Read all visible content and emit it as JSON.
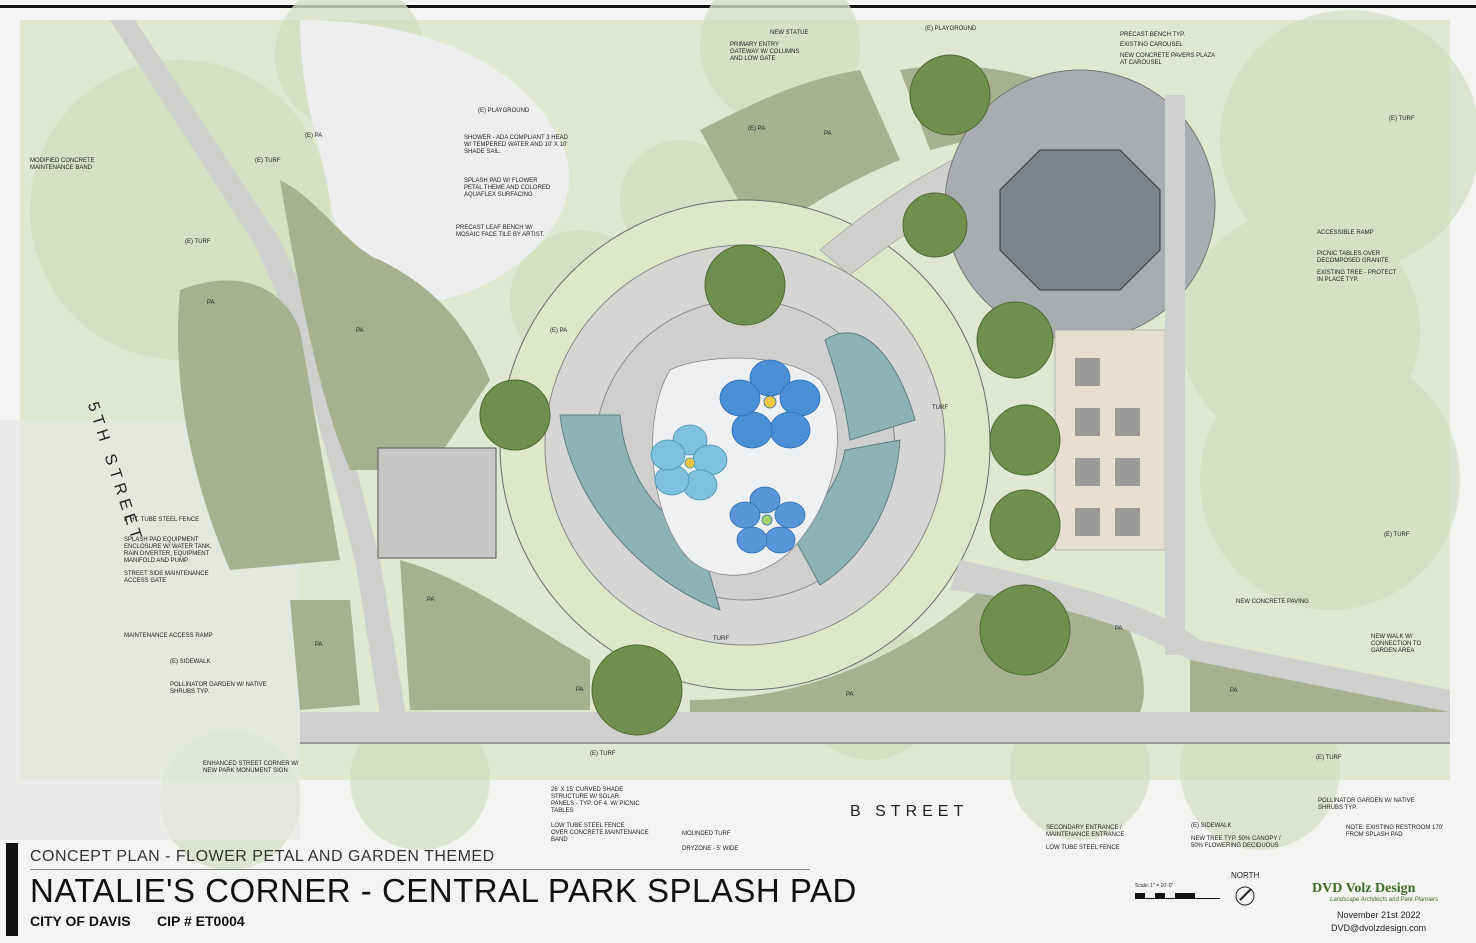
{
  "title": "NATALIE'S CORNER - CENTRAL PARK SPLASH PAD",
  "subtitle": "CONCEPT PLAN  -  FLOWER PETAL AND GARDEN THEMED",
  "client": "CITY OF DAVIS",
  "cip": "CIP # ET0004",
  "firm": {
    "logo": "DVD Volz Design",
    "tagline": "Landscape Architects and Park Planners",
    "date": "November 21st 2022",
    "email": "DVD@dvolzdesign.com"
  },
  "north_label": "NORTH",
  "scale_label": "Scale: 1\" = 10'-0\"",
  "streets": {
    "fifth": "5TH STREET",
    "b": "B STREET"
  },
  "labels": {
    "new_statue": "NEW STATUE",
    "playground_top": "(E) PLAYGROUND",
    "primary_entry": "PRIMARY ENTRY\nGATEWAY W/ COLUMNS\nAND LOW GATE",
    "precast_bench": "PRECAST BENCH TYP.",
    "existing_carousel": "EXISTING CAROUSEL",
    "pavers_plaza": "NEW CONCRETE PAVERS PLAZA\nAT CAROUSEL",
    "e_turf_right_top": "(E) TURF",
    "e_pa_top_left": "(E) PA",
    "e_playground_mid": "(E) PLAYGROUND",
    "e_pa_mid": "(E) PA",
    "pa_top": "PA",
    "modified_band": "MODIFIED CONCRETE\nMAINTENANCE BAND",
    "e_turf_left": "(E) TURF",
    "e_turf_left2": "(E) TURF",
    "shower": "SHOWER - ADA COMPLIANT 3 HEAD\nW/ TEMPERED WATER AND 10' x 10'\nSHADE SAIL.",
    "splash_pad": "SPLASH PAD W/ FLOWER\nPETAL THEME AND COLORED\nAQUAFLEX SURFACING",
    "precast_leaf": "PRECAST LEAF BENCH W/\nMOSAIC FACE TILE BY ARTIST.",
    "accessible_ramp": "ACCESSIBLE RAMP",
    "picnic_tables": "PICNIC TABLES OVER\nDECOMPOSED GRANITE",
    "existing_tree": "EXISTING TREE - PROTECT\nIN PLACE TYP.",
    "e_pa_left_mid": "(E) PA",
    "pa_left1": "PA",
    "pa_left2": "PA",
    "turf_right": "TURF",
    "e_turf_far_right": "(E) TURF",
    "fence_8ft": "8' HT. TUBE STEEL FENCE",
    "equipment": "SPLASH PAD EQUIPMENT\nENCLOSURE W/ WATER TANK,\nRAIN DIVERTER, EQUIPMENT\nMANIFOLD AND PUMP.",
    "street_gate": "STREET SIDE MAINTENANCE\nACCESS GATE",
    "maint_ramp": "MAINTENANCE ACCESS RAMP",
    "e_sidewalk_left": "(E) SIDEWALK",
    "pollinator_left": "POLLINATOR GARDEN W/ NATIVE\nSHRUBS TYP.",
    "pa_bl1": "PA",
    "pa_bl2": "PA",
    "pa_bl3": "PA",
    "turf_bottom": "TURF",
    "pa_bc1": "PA",
    "pa_bc2": "PA",
    "pa_br": "PA",
    "new_paving": "NEW CONCRETE PAVING",
    "new_walk": "NEW WALK W/\nCONNECTION TO\nGARDEN AREA",
    "enhanced_corner": "ENHANCED STREET CORNER W/\nNEW PARK MONUMENT SIGN",
    "e_turf_bottom_left": "(E) TURF",
    "e_turf_bottom_right": "(E) TURF",
    "shade_structure": "26' x 15' CURVED SHADE\nSTRUCTURE W/ SOLAR\nPANELS - TYP. OF 4. W/ PICNIC\nTABLES",
    "low_fence_band": "LOW TUBE STEEL FENCE\nOVER CONCRETE MAINTENANCE\nBAND",
    "mounded_turf": "MOUNDED TURF",
    "dryzone": "DRYZONE - 5' WIDE",
    "secondary_entrance": "SECONDARY ENTRANCE /\nMAINTENANCE ENTRANCE",
    "low_fence": "LOW TUBE STEEL FENCE",
    "e_sidewalk_right": "(E) SIDEWALK",
    "new_tree": "NEW TREE TYP. 50% CANOPY /\n50% FLOWERING DECIDUOUS",
    "pollinator_right": "POLLINATOR GARDEN W/ NATIVE\nSHRUBS TYP.",
    "note_restroom": "NOTE: EXISTING RESTROOM 170'\nFROM SPLASH PAD"
  },
  "colors": {
    "turf": "#c9d9ad",
    "planting": "#a2ad8a",
    "concrete": "#d8d8d6",
    "splash": "#eef0f2",
    "shade": "#8fb4b6",
    "petal_blue": "#4a8fd6",
    "petal_light": "#7fc1dd",
    "tree": "#6f8f4e"
  }
}
